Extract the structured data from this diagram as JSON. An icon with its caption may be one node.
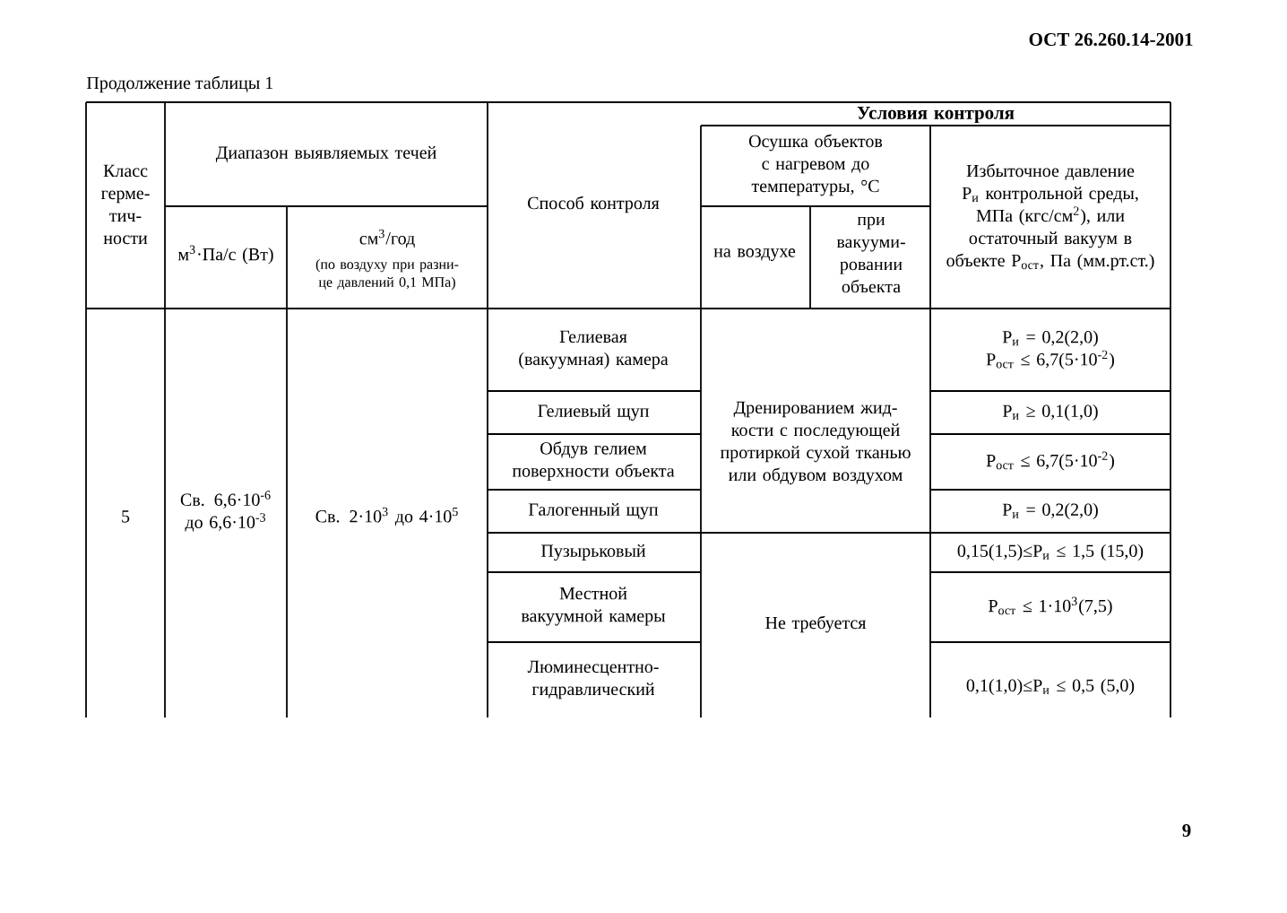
{
  "diagram": {
    "labels": [
      "ОСТ 26.260.14-2001",
      "Продолжение таблицы  1",
      "Класс герме- тич- ности",
      "Диапазон выявляемых течей",
      "Способ контроля",
      "Условия контроля",
      "Осушка объектов с нагревом до температуры, °С",
      "Избыточное давление P$_{и}$ контрольной среды, МПа (кгс/см$^{2}$), или остаточный вакуум в объекте P$_{ост}$, Па (мм.рт.ст.)",
      "м$^{3}$·Па/с (Вт)",
      "см$^{3}$/год",
      "(по воздуху при разни- це давлений 0,1 МПа)",
      "на воздухе",
      "при вакууми- ровании объекта",
      "5",
      "Св. 6,6·10$^{-6}$ до 6,6·10$^{-3}$",
      "Св. 2·10$^{3}$ до 4·10$^{5}$",
      "Гелиевая (вакуумная) камера",
      "Дренированием жид- кости с последующей протиркой сухой тканью или обдувом воздухом",
      "P$_{и}$ = 0,2(2,0) P$_{ост}$ ≤ 6,7(5·10$^{-2}$)",
      "Гелиевый щуп",
      "P$_{и}$ ≥ 0,1(1,0)",
      "Обдув гелием поверхности объекта",
      "P$_{ост}$ ≤ 6,7(5·10$^{-2}$)",
      "Галогенный  щуп",
      "P$_{и}$ = 0,2(2,0)",
      "Пузырьковый",
      "Не требуется",
      "0,15(1,5)≤P$_{и}$ ≤ 1,5 (15,0)",
      "Местной вакуумной камеры",
      "P$_{ост}$ ≤ 1·10$^{3}$(7,5)",
      "Люминесцентно- гидравлический",
      "0,1(1,0)≤P$_{и}$ ≤ 0,5 (5,0)",
      "9"
    ]
  }
}
